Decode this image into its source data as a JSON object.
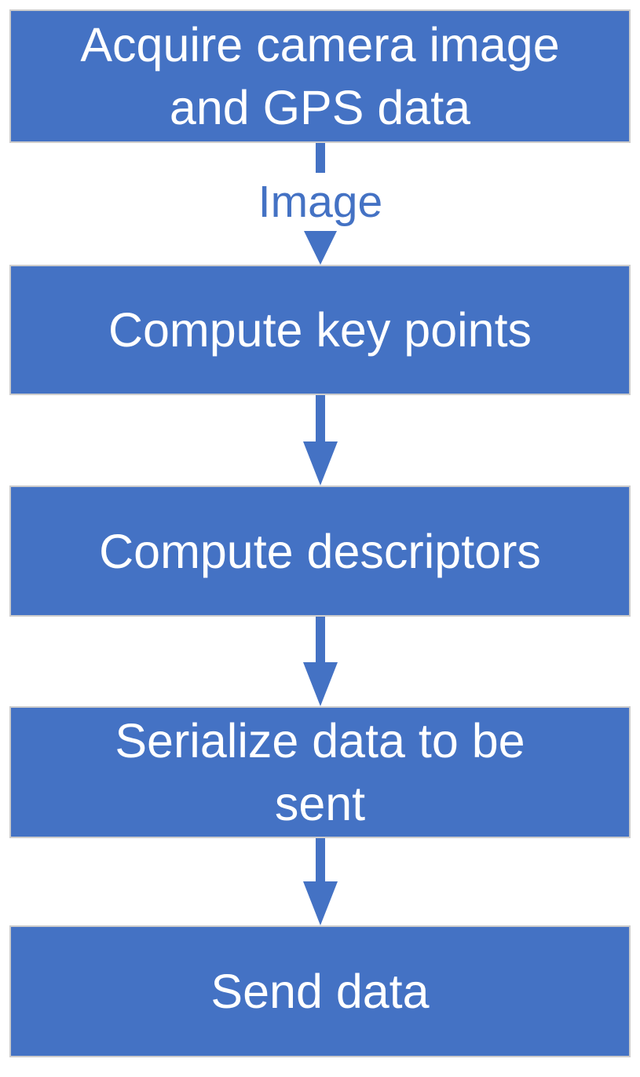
{
  "diagram": {
    "type": "flowchart",
    "direction": "top-to-bottom",
    "colors": {
      "node_fill": "#4472c4",
      "node_border": "#cdcccc",
      "node_text": "#ffffff",
      "arrow": "#4472c4",
      "edge_label_text": "#4472c4",
      "background": "#ffffff"
    },
    "nodes": [
      {
        "id": "acquire",
        "label": "Acquire camera image\nand GPS data"
      },
      {
        "id": "keypoints",
        "label": "Compute key points"
      },
      {
        "id": "descriptors",
        "label": "Compute descriptors"
      },
      {
        "id": "serialize",
        "label": "Serialize data to be\nsent"
      },
      {
        "id": "send",
        "label": "Send data"
      }
    ],
    "edges": [
      {
        "from": "acquire",
        "to": "keypoints",
        "label": "Image"
      },
      {
        "from": "keypoints",
        "to": "descriptors",
        "label": ""
      },
      {
        "from": "descriptors",
        "to": "serialize",
        "label": ""
      },
      {
        "from": "serialize",
        "to": "send",
        "label": ""
      }
    ]
  }
}
